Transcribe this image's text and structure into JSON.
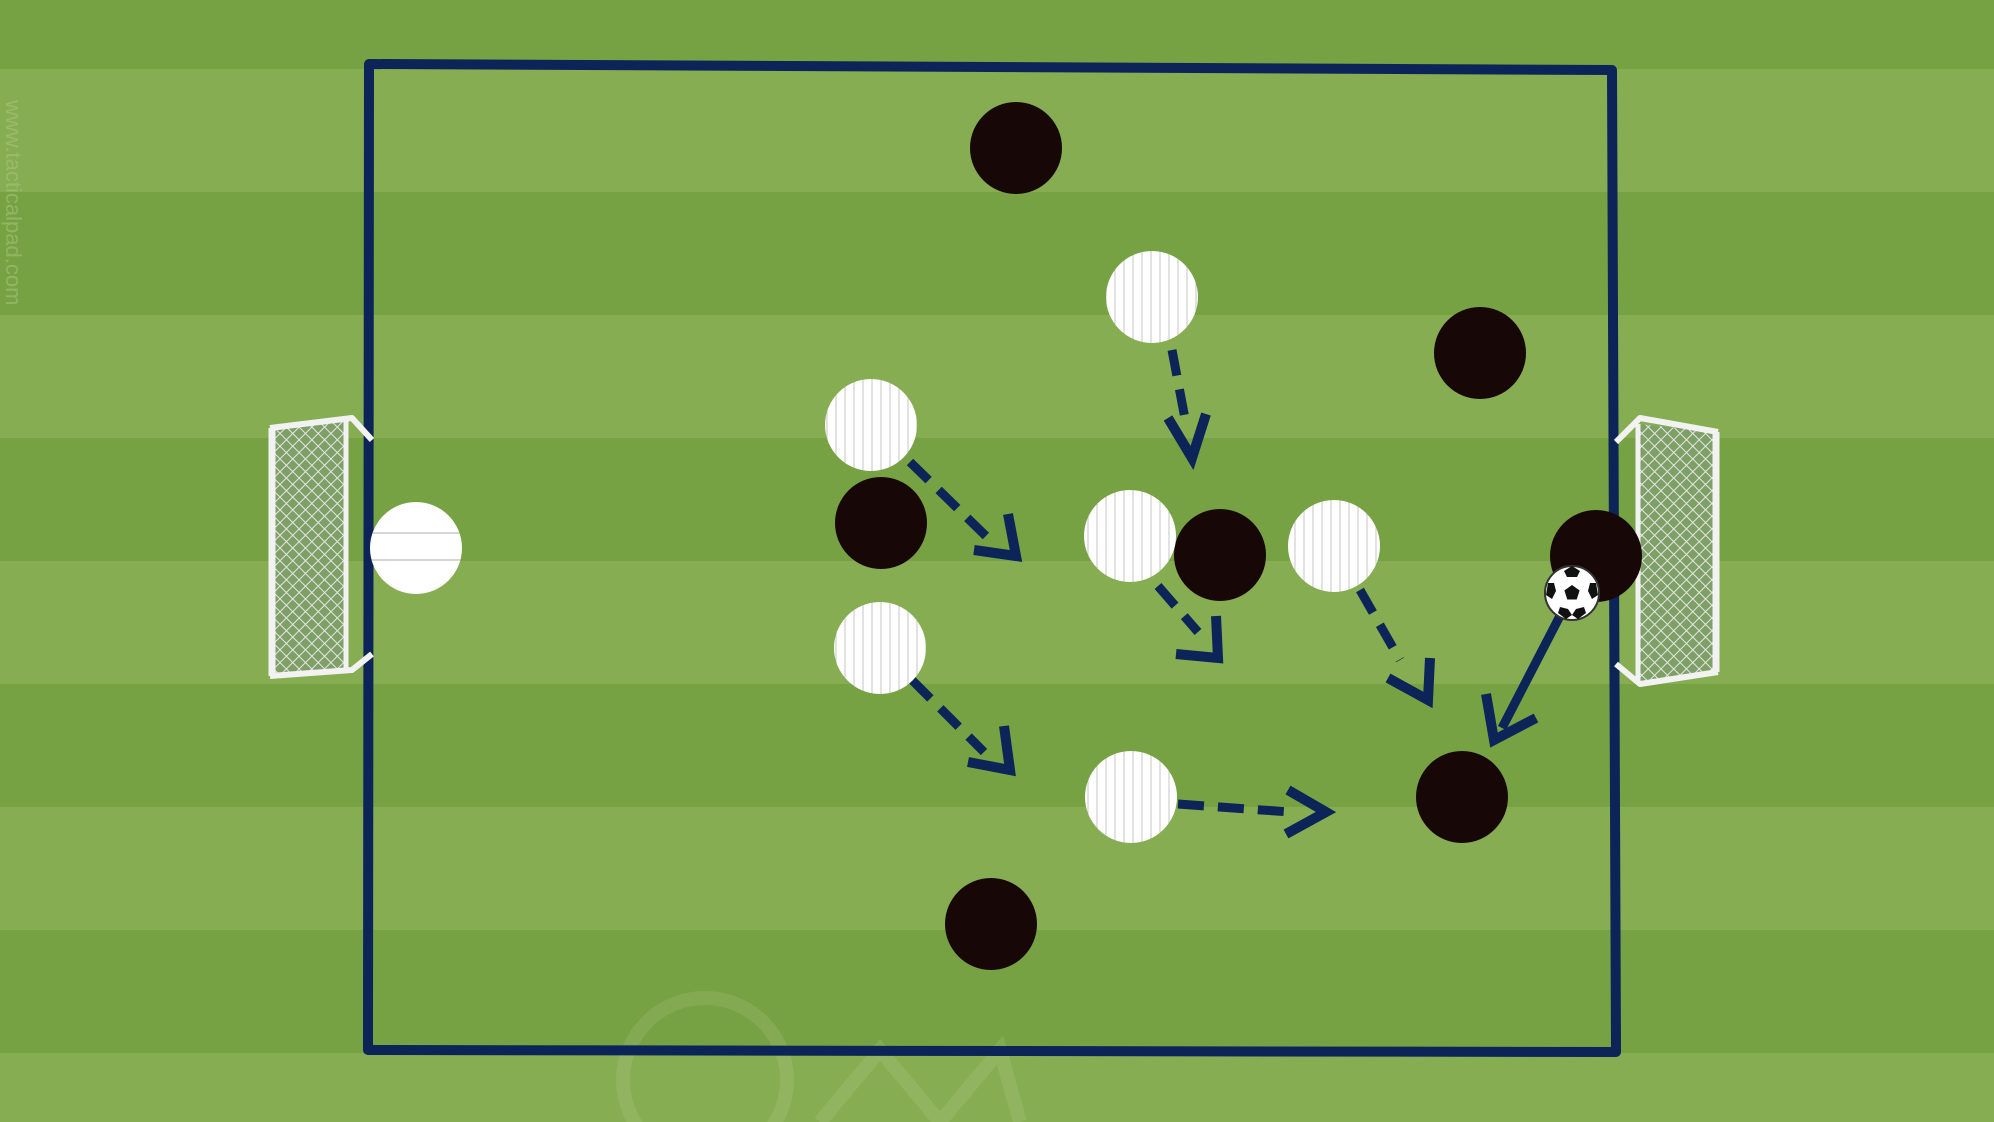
{
  "diagram": {
    "type": "soccer-drill",
    "colors": {
      "stripe_light": "#86ad51",
      "stripe_dark": "#77a243",
      "boundary": "#0c2457",
      "arrow": "#0c2457",
      "team_dark": "#170707",
      "team_light": "#ffffff",
      "goal_net": "#d9d9d9"
    },
    "teams": [
      "white",
      "black"
    ],
    "elements": [
      "left-goal",
      "right-goal",
      "ball",
      "boundary-box"
    ],
    "arrow_styles": [
      "dashed",
      "solid"
    ],
    "watermark_text": "www.tacticalpad.com"
  }
}
